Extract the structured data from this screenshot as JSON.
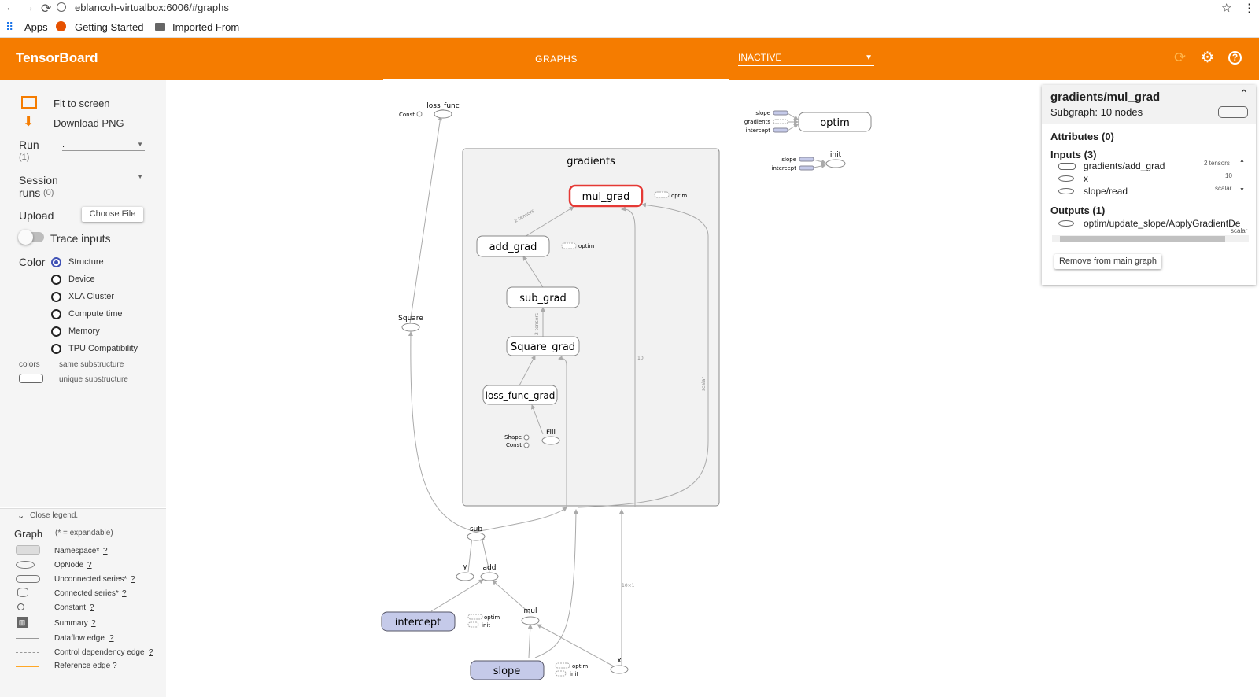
{
  "browser": {
    "url": "eblancoh-virtualbox:6006/#graphs",
    "bookmarks": [
      "Apps",
      "Getting Started",
      "Imported From"
    ]
  },
  "header": {
    "title": "TensorBoard",
    "tab": "GRAPHS",
    "run_status": "INACTIVE"
  },
  "sidebar": {
    "fit_label": "Fit to screen",
    "download_label": "Download PNG",
    "run_label": "Run",
    "run_count": "(1)",
    "run_value": ".",
    "session_label_1": "Session",
    "session_label_2": "runs",
    "session_count": "(0)",
    "upload_label": "Upload",
    "choose_file": "Choose File",
    "trace_label": "Trace inputs",
    "color_label": "Color",
    "color_options": [
      "Structure",
      "Device",
      "XLA Cluster",
      "Compute time",
      "Memory",
      "TPU Compatibility"
    ],
    "colors_label": "colors",
    "same_sub": "same substructure",
    "unique_sub": "unique substructure"
  },
  "legend": {
    "close": "Close legend.",
    "graph": "Graph",
    "expandable": "(* = expandable)",
    "items": [
      "Namespace*",
      "OpNode",
      "Unconnected series*",
      "Connected series*",
      "Constant",
      "Summary",
      "Dataflow edge",
      "Control dependency edge",
      "Reference edge"
    ],
    "q": "?"
  },
  "graph": {
    "gradients_label": "gradients",
    "nodes": {
      "mul_grad": "mul_grad",
      "add_grad": "add_grad",
      "sub_grad": "sub_grad",
      "square_grad": "Square_grad",
      "loss_func_grad": "loss_func_grad",
      "fill": "Fill",
      "shape": "Shape",
      "const": "Const",
      "loss_func": "loss_func",
      "square": "Square",
      "sub": "sub",
      "add": "add",
      "mul": "mul",
      "x": "x",
      "y": "y",
      "intercept": "intercept",
      "slope": "slope",
      "optim": "optim",
      "init": "init",
      "gradients": "gradients"
    },
    "edge_labels": {
      "tensors2": "2 tensors",
      "scalar": "scalar",
      "ten": "10",
      "tenx1": "10×1"
    }
  },
  "info": {
    "title": "gradients/mul_grad",
    "subgraph": "Subgraph: 10 nodes",
    "attributes": "Attributes (0)",
    "inputs": "Inputs (3)",
    "input_items": [
      {
        "name": "gradients/add_grad",
        "meta": "2 tensors"
      },
      {
        "name": "x",
        "meta": "10"
      },
      {
        "name": "slope/read",
        "meta": "scalar"
      }
    ],
    "outputs": "Outputs (1)",
    "output_items": [
      {
        "name": "optim/update_slope/ApplyGradientDe",
        "meta": "scalar"
      }
    ],
    "remove_btn": "Remove from main graph"
  },
  "colors": {
    "accent": "#f57c00",
    "selected": "#e53935",
    "series": "#c5cae9",
    "radio": "#3f51b5"
  }
}
